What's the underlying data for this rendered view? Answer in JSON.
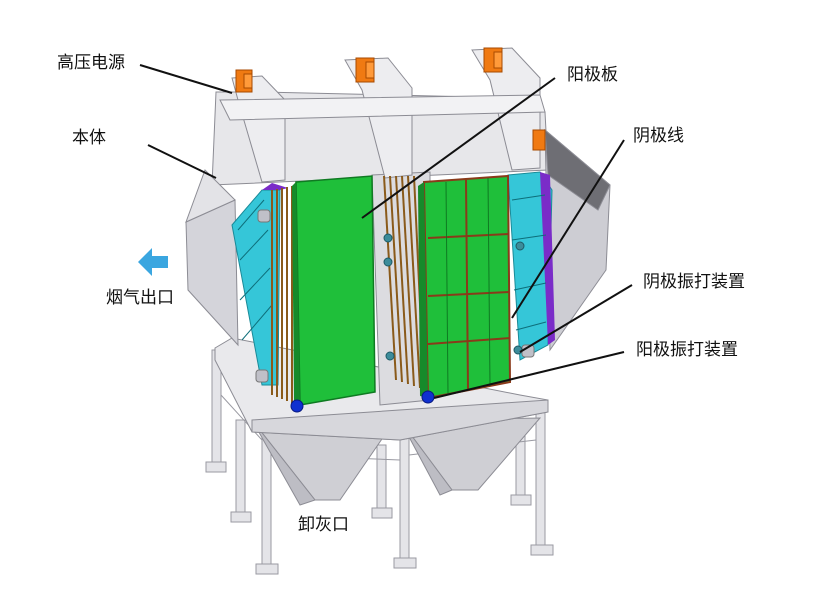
{
  "colors": {
    "plate_green": "#1fbf3a",
    "cathode_frame_cyan": "#35c6d8",
    "frame_purple": "#7a2cc8",
    "power_supply_orange": "#f07a12",
    "outlet_arrow_blue": "#3aa6e0",
    "rapper_dot_blue": "#1030d0",
    "steel_gray": "#d8d8dc",
    "wire_brown": "#8a5a1a"
  },
  "labels": {
    "hv_power": "高压电源",
    "body": "本体",
    "flue_outlet": "烟气出口",
    "anode_plate": "阳极板",
    "cathode_wire": "阴极线",
    "cathode_rapper": "阴极振打装置",
    "anode_rapper": "阳极振打装置",
    "ash_outlet": "卸灰口"
  }
}
